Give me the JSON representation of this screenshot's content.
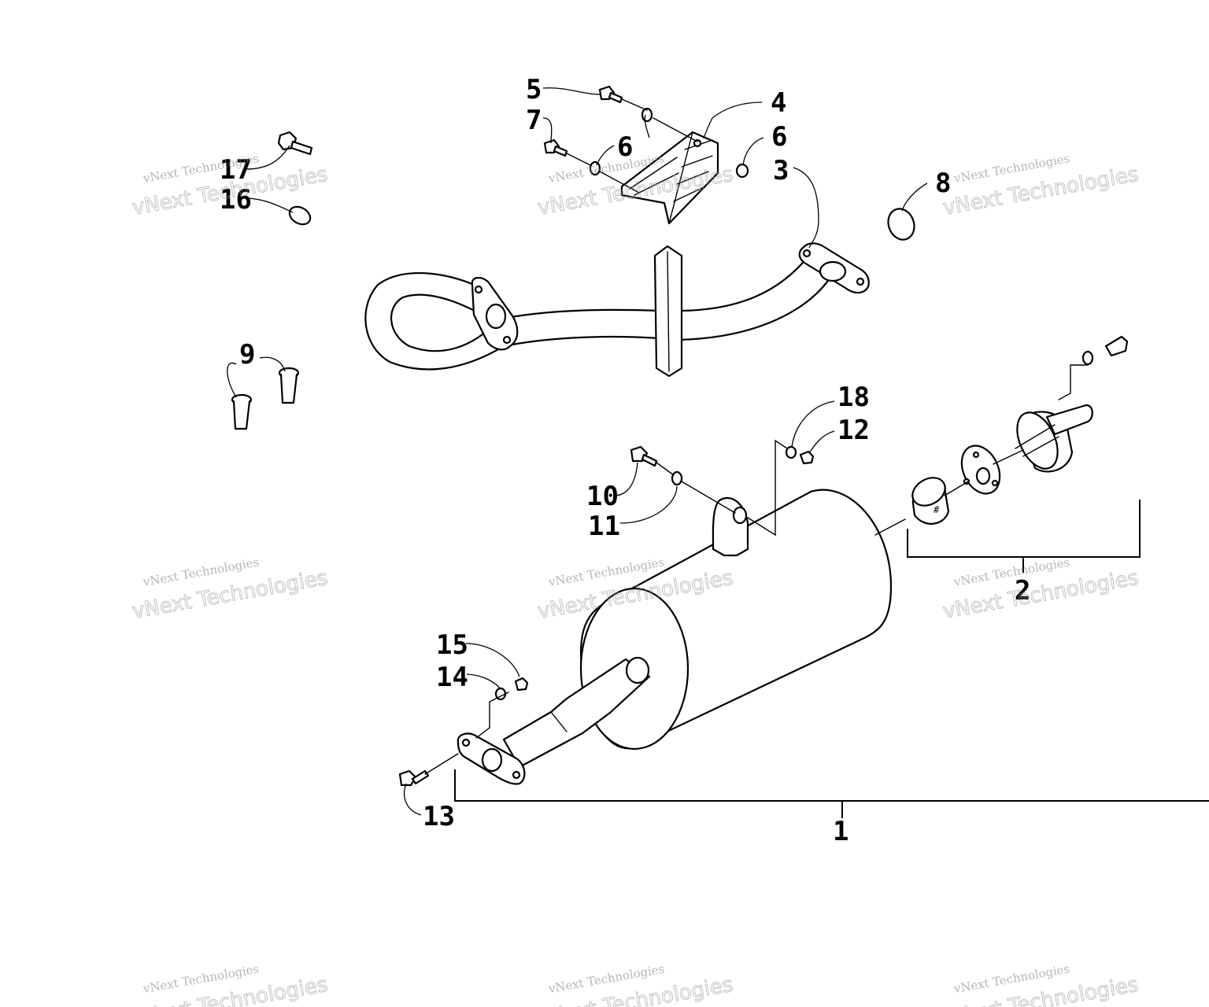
{
  "callouts": {
    "c1": "1",
    "c2": "2",
    "c3": "3",
    "c4": "4",
    "c5": "5",
    "c6a": "6",
    "c6b": "6",
    "c7": "7",
    "c8": "8",
    "c9": "9",
    "c10": "10",
    "c11": "11",
    "c12": "12",
    "c13": "13",
    "c14": "14",
    "c15": "15",
    "c16": "16",
    "c17": "17",
    "c18": "18"
  },
  "watermark": {
    "line1": "vNext Technologies",
    "line2": "vNext Technologies"
  }
}
